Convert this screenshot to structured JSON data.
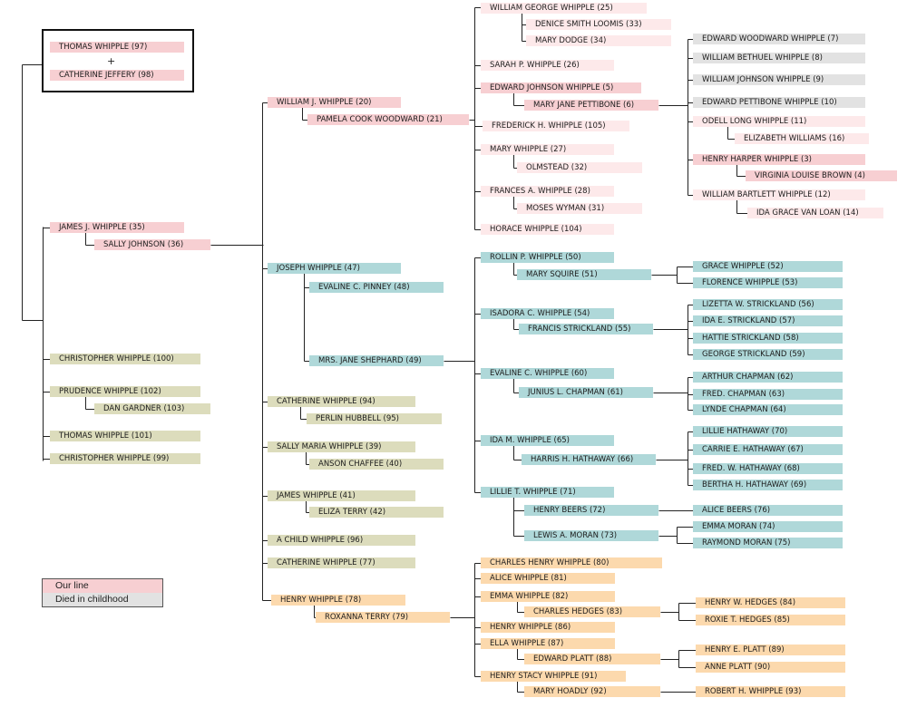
{
  "colors": {
    "our_line": "#f7cfd2",
    "our_line_light": "#fde9ea",
    "died_in_childhood": "#e2e2e2",
    "joseph_branch": "#afd8d9",
    "other_siblings": "#dcdcbc",
    "henry_branch": "#fcd9ad"
  },
  "legend": {
    "our_line": "Our line",
    "died_in_childhood": "Died in childhood"
  },
  "root": {
    "symbol": "+"
  },
  "people": [
    {
      "id": "thomas97",
      "name": "THOMAS WHIPPLE (97)",
      "group": "our_line"
    },
    {
      "id": "catherine98",
      "name": "CATHERINE JEFFERY (98)",
      "group": "our_line"
    },
    {
      "id": "james35",
      "name": "JAMES J. WHIPPLE (35)",
      "group": "our_line"
    },
    {
      "id": "sally36",
      "name": "SALLY JOHNSON (36)",
      "group": "our_line"
    },
    {
      "id": "christopher100",
      "name": "CHRISTOPHER WHIPPLE (100)",
      "group": "other_siblings"
    },
    {
      "id": "prudence102",
      "name": "PRUDENCE WHIPPLE (102)",
      "group": "other_siblings"
    },
    {
      "id": "dan103",
      "name": "DAN GARDNER (103)",
      "group": "other_siblings"
    },
    {
      "id": "thomas101",
      "name": "THOMAS WHIPPLE (101)",
      "group": "other_siblings"
    },
    {
      "id": "christopher99",
      "name": "CHRISTOPHER WHIPPLE (99)",
      "group": "other_siblings"
    },
    {
      "id": "william20",
      "name": "WILLIAM J. WHIPPLE (20)",
      "group": "our_line"
    },
    {
      "id": "pamela21",
      "name": "PAMELA COOK WOODWARD (21)",
      "group": "our_line"
    },
    {
      "id": "joseph47",
      "name": "JOSEPH WHIPPLE (47)",
      "group": "joseph_branch"
    },
    {
      "id": "evaline48",
      "name": "EVALINE C. PINNEY (48)",
      "group": "joseph_branch"
    },
    {
      "id": "jane49",
      "name": "MRS. JANE SHEPHARD (49)",
      "group": "joseph_branch"
    },
    {
      "id": "catherine94",
      "name": "CATHERINE WHIPPLE (94)",
      "group": "other_siblings"
    },
    {
      "id": "perlin95",
      "name": "PERLIN HUBBELL (95)",
      "group": "other_siblings"
    },
    {
      "id": "sally39",
      "name": "SALLY MARIA WHIPPLE (39)",
      "group": "other_siblings"
    },
    {
      "id": "anson40",
      "name": "ANSON CHAFFEE (40)",
      "group": "other_siblings"
    },
    {
      "id": "james41",
      "name": "JAMES WHIPPLE (41)",
      "group": "other_siblings"
    },
    {
      "id": "eliza42",
      "name": "ELIZA TERRY (42)",
      "group": "other_siblings"
    },
    {
      "id": "child96",
      "name": "A CHILD WHIPPLE (96)",
      "group": "other_siblings"
    },
    {
      "id": "catherine77",
      "name": "CATHERINE WHIPPLE (77)",
      "group": "other_siblings"
    },
    {
      "id": "henry78",
      "name": "HENRY WHIPPLE (78)",
      "group": "henry_branch"
    },
    {
      "id": "roxanna79",
      "name": "ROXANNA TERRY (79)",
      "group": "henry_branch"
    },
    {
      "id": "williamg25",
      "name": "WILLIAM GEORGE WHIPPLE (25)",
      "group": "our_line_light"
    },
    {
      "id": "denice33",
      "name": "DENICE SMITH LOOMIS (33)",
      "group": "our_line_light"
    },
    {
      "id": "mary34",
      "name": "MARY DODGE (34)",
      "group": "our_line_light"
    },
    {
      "id": "sarah26",
      "name": "SARAH P. WHIPPLE (26)",
      "group": "our_line_light"
    },
    {
      "id": "edward5",
      "name": "EDWARD JOHNSON WHIPPLE (5)",
      "group": "our_line"
    },
    {
      "id": "maryjane6",
      "name": "MARY JANE PETTIBONE (6)",
      "group": "our_line"
    },
    {
      "id": "frederick105",
      "name": "FREDERICK H. WHIPPLE (105)",
      "group": "our_line_light"
    },
    {
      "id": "mary27",
      "name": "MARY WHIPPLE (27)",
      "group": "our_line_light"
    },
    {
      "id": "olmstead32",
      "name": "OLMSTEAD (32)",
      "group": "our_line_light"
    },
    {
      "id": "frances28",
      "name": "FRANCES A. WHIPPLE (28)",
      "group": "our_line_light"
    },
    {
      "id": "moses31",
      "name": "MOSES WYMAN (31)",
      "group": "our_line_light"
    },
    {
      "id": "horace104",
      "name": "HORACE WHIPPLE (104)",
      "group": "our_line_light"
    },
    {
      "id": "edwardw7",
      "name": "EDWARD WOODWARD WHIPPLE (7)",
      "group": "died_in_childhood"
    },
    {
      "id": "williamb8",
      "name": "WILLIAM BETHUEL WHIPPLE (8)",
      "group": "died_in_childhood"
    },
    {
      "id": "williamj9",
      "name": "WILLIAM JOHNSON WHIPPLE (9)",
      "group": "died_in_childhood"
    },
    {
      "id": "edwardp10",
      "name": "EDWARD PETTIBONE WHIPPLE (10)",
      "group": "died_in_childhood"
    },
    {
      "id": "odell11",
      "name": "ODELL LONG WHIPPLE (11)",
      "group": "our_line_light"
    },
    {
      "id": "elizabeth16",
      "name": "ELIZABETH WILLIAMS (16)",
      "group": "our_line_light"
    },
    {
      "id": "henryh3",
      "name": "HENRY HARPER WHIPPLE (3)",
      "group": "our_line"
    },
    {
      "id": "virginia4",
      "name": "VIRGINIA LOUISE BROWN (4)",
      "group": "our_line"
    },
    {
      "id": "williamb12",
      "name": "WILLIAM BARTLETT WHIPPLE (12)",
      "group": "our_line_light"
    },
    {
      "id": "ida14",
      "name": "IDA GRACE VAN LOAN (14)",
      "group": "our_line_light"
    },
    {
      "id": "rollin50",
      "name": "ROLLIN P. WHIPPLE (50)",
      "group": "joseph_branch"
    },
    {
      "id": "marys51",
      "name": "MARY SQUIRE (51)",
      "group": "joseph_branch"
    },
    {
      "id": "grace52",
      "name": "GRACE WHIPPLE (52)",
      "group": "joseph_branch"
    },
    {
      "id": "florence53",
      "name": "FLORENCE WHIPPLE (53)",
      "group": "joseph_branch"
    },
    {
      "id": "isadora54",
      "name": "ISADORA C. WHIPPLE (54)",
      "group": "joseph_branch"
    },
    {
      "id": "francis55",
      "name": "FRANCIS STRICKLAND (55)",
      "group": "joseph_branch"
    },
    {
      "id": "lizetta56",
      "name": "LIZETTA W. STRICKLAND (56)",
      "group": "joseph_branch"
    },
    {
      "id": "ida57",
      "name": "IDA E. STRICKLAND (57)",
      "group": "joseph_branch"
    },
    {
      "id": "hattie58",
      "name": "HATTIE STRICKLAND (58)",
      "group": "joseph_branch"
    },
    {
      "id": "george59",
      "name": "GEORGE STRICKLAND (59)",
      "group": "joseph_branch"
    },
    {
      "id": "evaline60",
      "name": "EVALINE C. WHIPPLE (60)",
      "group": "joseph_branch"
    },
    {
      "id": "junius61",
      "name": "JUNIUS L. CHAPMAN (61)",
      "group": "joseph_branch"
    },
    {
      "id": "arthur62",
      "name": "ARTHUR CHAPMAN (62)",
      "group": "joseph_branch"
    },
    {
      "id": "fred63",
      "name": "FRED. CHAPMAN (63)",
      "group": "joseph_branch"
    },
    {
      "id": "lynde64",
      "name": "LYNDE CHAPMAN (64)",
      "group": "joseph_branch"
    },
    {
      "id": "idam65",
      "name": "IDA M. WHIPPLE (65)",
      "group": "joseph_branch"
    },
    {
      "id": "harris66",
      "name": "HARRIS H. HATHAWAY (66)",
      "group": "joseph_branch"
    },
    {
      "id": "lillie70",
      "name": "LILLIE HATHAWAY (70)",
      "group": "joseph_branch"
    },
    {
      "id": "carrie67",
      "name": "CARRIE E. HATHAWAY (67)",
      "group": "joseph_branch"
    },
    {
      "id": "fredw68",
      "name": "FRED. W. HATHAWAY (68)",
      "group": "joseph_branch"
    },
    {
      "id": "bertha69",
      "name": "BERTHA H. HATHAWAY (69)",
      "group": "joseph_branch"
    },
    {
      "id": "lillie71",
      "name": "LILLIE T. WHIPPLE (71)",
      "group": "joseph_branch"
    },
    {
      "id": "henryb72",
      "name": "HENRY BEERS (72)",
      "group": "joseph_branch"
    },
    {
      "id": "alice76",
      "name": "ALICE BEERS (76)",
      "group": "joseph_branch"
    },
    {
      "id": "lewis73",
      "name": "LEWIS A. MORAN (73)",
      "group": "joseph_branch"
    },
    {
      "id": "emma74",
      "name": "EMMA MORAN (74)",
      "group": "joseph_branch"
    },
    {
      "id": "raymond75",
      "name": "RAYMOND MORAN (75)",
      "group": "joseph_branch"
    },
    {
      "id": "charles80",
      "name": "CHARLES HENRY WHIPPLE (80)",
      "group": "henry_branch"
    },
    {
      "id": "alice81",
      "name": "ALICE WHIPPLE (81)",
      "group": "henry_branch"
    },
    {
      "id": "emma82",
      "name": "EMMA WHIPPLE (82)",
      "group": "henry_branch"
    },
    {
      "id": "charles83",
      "name": "CHARLES HEDGES (83)",
      "group": "henry_branch"
    },
    {
      "id": "henryw84",
      "name": "HENRY W. HEDGES (84)",
      "group": "henry_branch"
    },
    {
      "id": "roxie85",
      "name": "ROXIE T. HEDGES (85)",
      "group": "henry_branch"
    },
    {
      "id": "henry86",
      "name": "HENRY WHIPPLE (86)",
      "group": "henry_branch"
    },
    {
      "id": "ella87",
      "name": "ELLA WHIPPLE (87)",
      "group": "henry_branch"
    },
    {
      "id": "edward88",
      "name": "EDWARD PLATT (88)",
      "group": "henry_branch"
    },
    {
      "id": "henrye89",
      "name": "HENRY E. PLATT (89)",
      "group": "henry_branch"
    },
    {
      "id": "anne90",
      "name": "ANNE PLATT (90)",
      "group": "henry_branch"
    },
    {
      "id": "henrys91",
      "name": "HENRY STACY WHIPPLE (91)",
      "group": "henry_branch"
    },
    {
      "id": "mary92",
      "name": "MARY HOADLY (92)",
      "group": "henry_branch"
    },
    {
      "id": "robert93",
      "name": "ROBERT H. WHIPPLE (93)",
      "group": "henry_branch"
    }
  ]
}
